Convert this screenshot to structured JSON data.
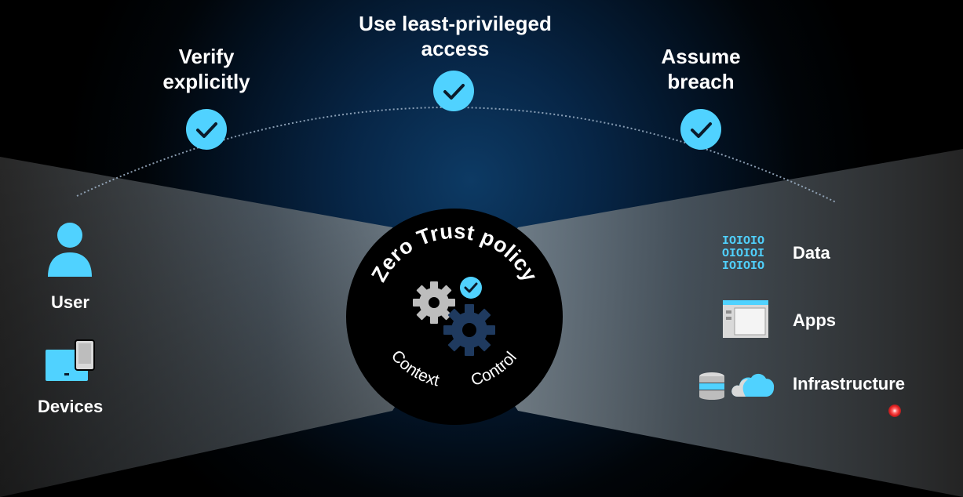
{
  "principles": {
    "left": "Verify\nexplicitly",
    "center": "Use least-privileged\naccess",
    "right": "Assume\nbreach"
  },
  "left_side": {
    "user_label": "User",
    "devices_label": "Devices"
  },
  "right_side": {
    "data_label": "Data",
    "apps_label": "Apps",
    "infrastructure_label": "Infrastructure"
  },
  "policy": {
    "title": "Zero Trust policy",
    "context_label": "Context",
    "control_label": "Control"
  },
  "icons": {
    "check": "checkmark-icon",
    "user": "user-icon",
    "devices": "devices-icon",
    "data": "binary-data-icon",
    "apps": "app-window-icon",
    "database": "database-icon",
    "cloud": "cloud-icon",
    "gear_light": "gear-icon",
    "gear_dark": "gear-icon"
  },
  "colors": {
    "accent": "#50d2ff",
    "background": "#000000",
    "gear_light": "#bdbdbd",
    "gear_dark": "#1f3a5f"
  }
}
